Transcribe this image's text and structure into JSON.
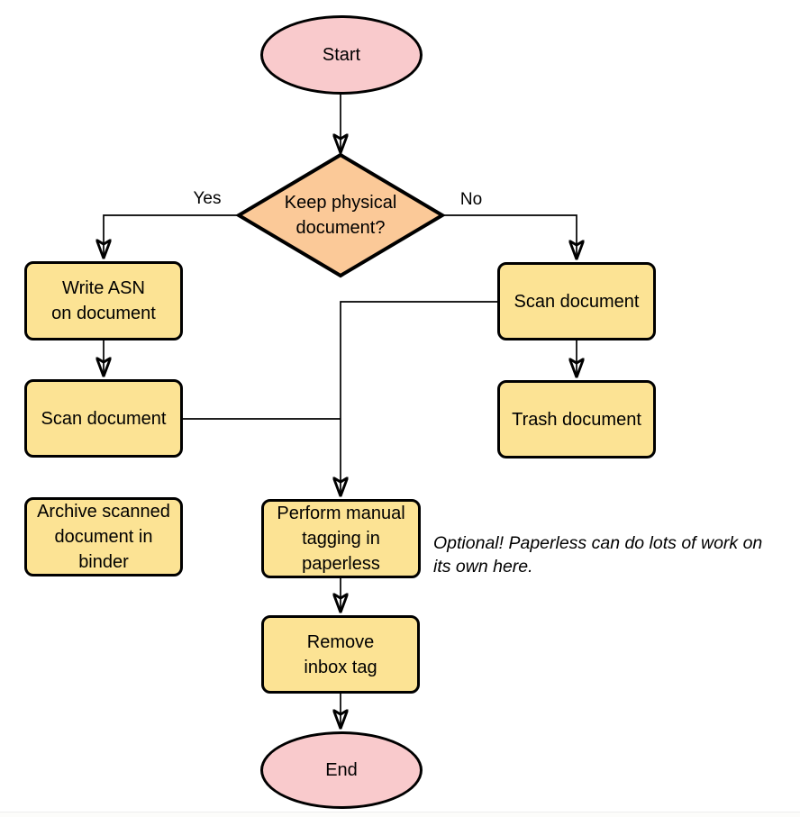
{
  "flowchart": {
    "nodes": {
      "start": "Start",
      "decision": "Keep physical\ndocument?",
      "write_asn": "Write ASN\non document",
      "scan_left": "Scan document",
      "archive": "Archive scanned\ndocument in\nbinder",
      "scan_right": "Scan document",
      "trash": "Trash document",
      "tagging": "Perform manual\ntagging in\npaperless",
      "remove_inbox": "Remove\ninbox tag",
      "end": "End"
    },
    "edge_labels": {
      "yes": "Yes",
      "no": "No"
    },
    "note": "Optional! Paperless can do lots of work on\nits own here.",
    "colors": {
      "terminal_fill": "#F9CACC",
      "process_fill": "#FCE394",
      "decision_fill": "#FBC998",
      "stroke": "#000000"
    }
  }
}
